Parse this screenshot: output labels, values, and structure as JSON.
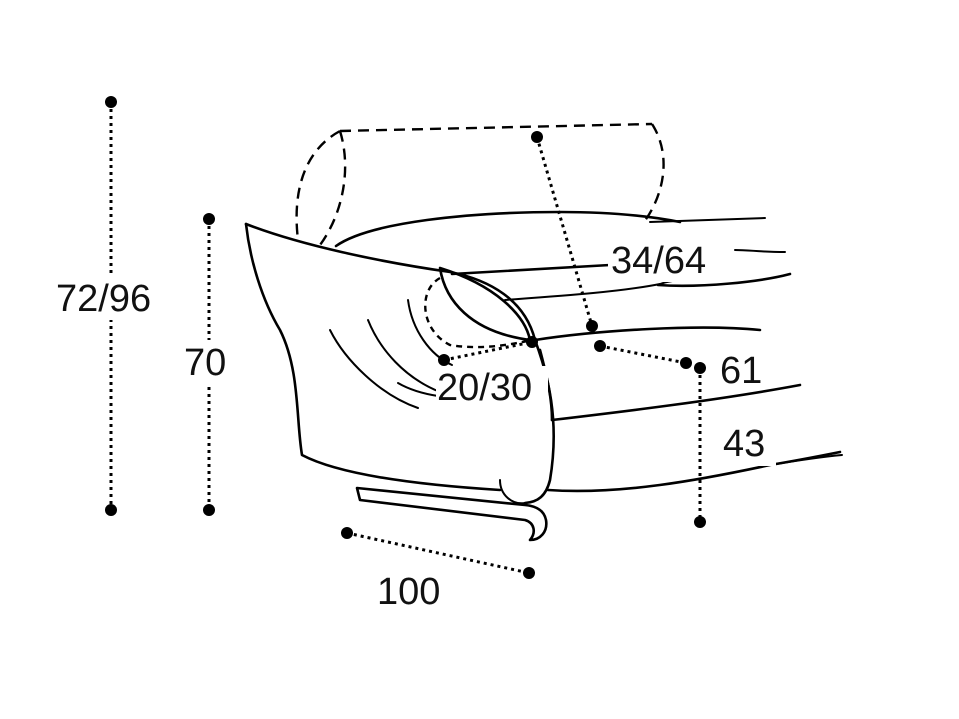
{
  "dimensions": {
    "total_height": "72/96",
    "back_height": "70",
    "headrest": "34/64",
    "armrest": "20/30",
    "seat_depth": "61",
    "seat_height": "43",
    "width": "100"
  },
  "colors": {
    "line": "#000000",
    "text": "#111111",
    "background": "#ffffff"
  }
}
